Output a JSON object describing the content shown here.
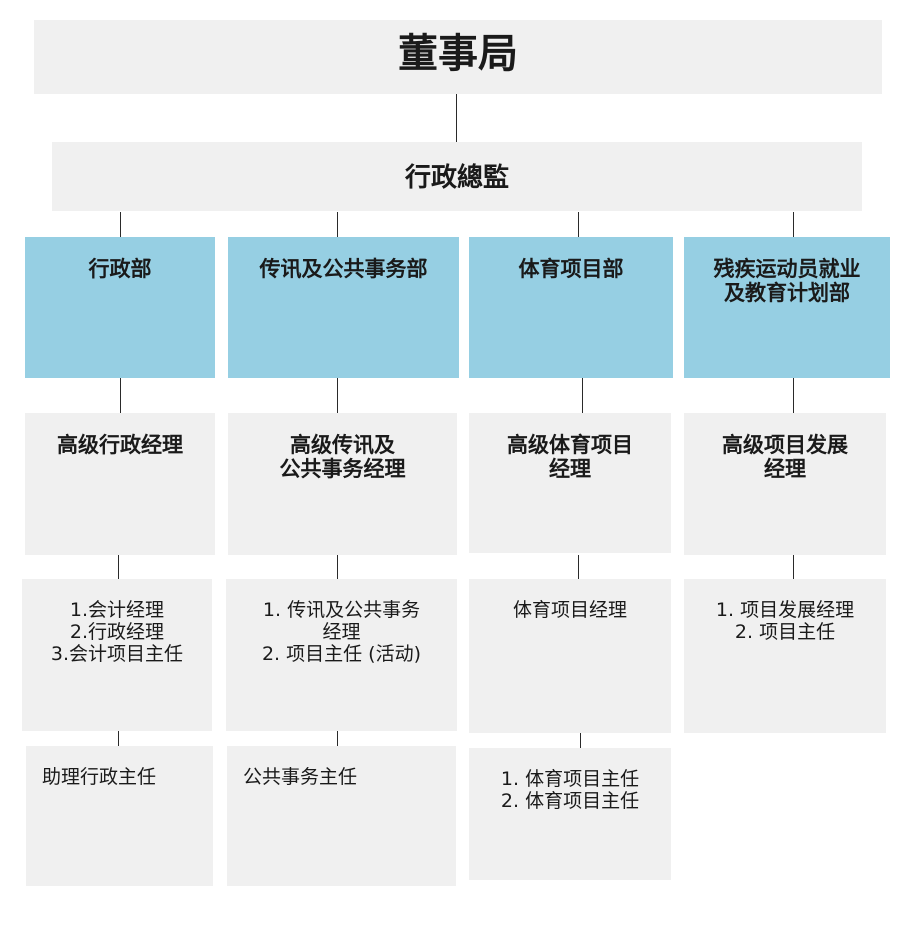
{
  "board": "董事局",
  "ceo": "行政總監",
  "departments": [
    {
      "name": "行政部",
      "senior": "高级行政经理",
      "managers": "1.会计经理\n2.行政经理\n3.会计项目主任",
      "staff": "助理行政主任"
    },
    {
      "name": "传讯及公共事务部",
      "senior": "高级传讯及\n公共事务经理",
      "managers": "1. 传讯及公共事务\n经理\n2. 项目主任 (活动)",
      "staff": "公共事务主任"
    },
    {
      "name": "体育项目部",
      "senior": "高级体育项目\n经理",
      "managers": "体育项目经理",
      "staff": "1. 体育项目主任\n2. 体育项目主任"
    },
    {
      "name": "残疾运动员就业\n及教育计划部",
      "senior": "高级项目发展\n经理",
      "managers": "1. 项目发展经理\n2. 项目主任"
    }
  ]
}
